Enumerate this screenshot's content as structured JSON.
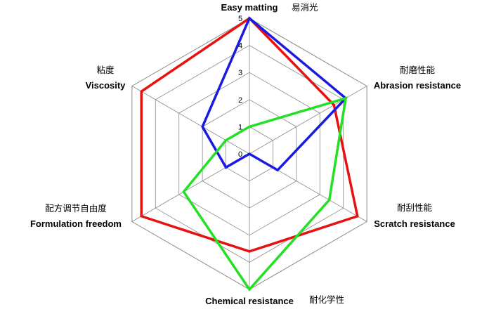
{
  "chart_data": {
    "type": "radar",
    "axes": [
      {
        "label": "Easy matting",
        "label_zh": "易消光"
      },
      {
        "label": "Abrasion resistance",
        "label_zh": "耐磨性能"
      },
      {
        "label": "Scratch resistance",
        "label_zh": "耐刮性能"
      },
      {
        "label": "Chemical resistance",
        "label_zh": "耐化学性"
      },
      {
        "label": "Formulation freedom",
        "label_zh": "配方调节自由度"
      },
      {
        "label": "Viscosity",
        "label_zh": "粘度"
      }
    ],
    "ticks": [
      "0",
      "1",
      "2",
      "3",
      "4",
      "5"
    ],
    "range": [
      0,
      5
    ],
    "series": [
      {
        "color": "#e81010",
        "values": [
          5,
          3.6,
          4.6,
          3.6,
          4.6,
          4.6
        ]
      },
      {
        "color": "#1a1ae0",
        "values": [
          5,
          4.1,
          1.2,
          0,
          1,
          2
        ]
      },
      {
        "color": "#22e022",
        "values": [
          1,
          4.1,
          3.4,
          5,
          2.8,
          1
        ]
      }
    ],
    "grid": true,
    "legend": "none"
  }
}
